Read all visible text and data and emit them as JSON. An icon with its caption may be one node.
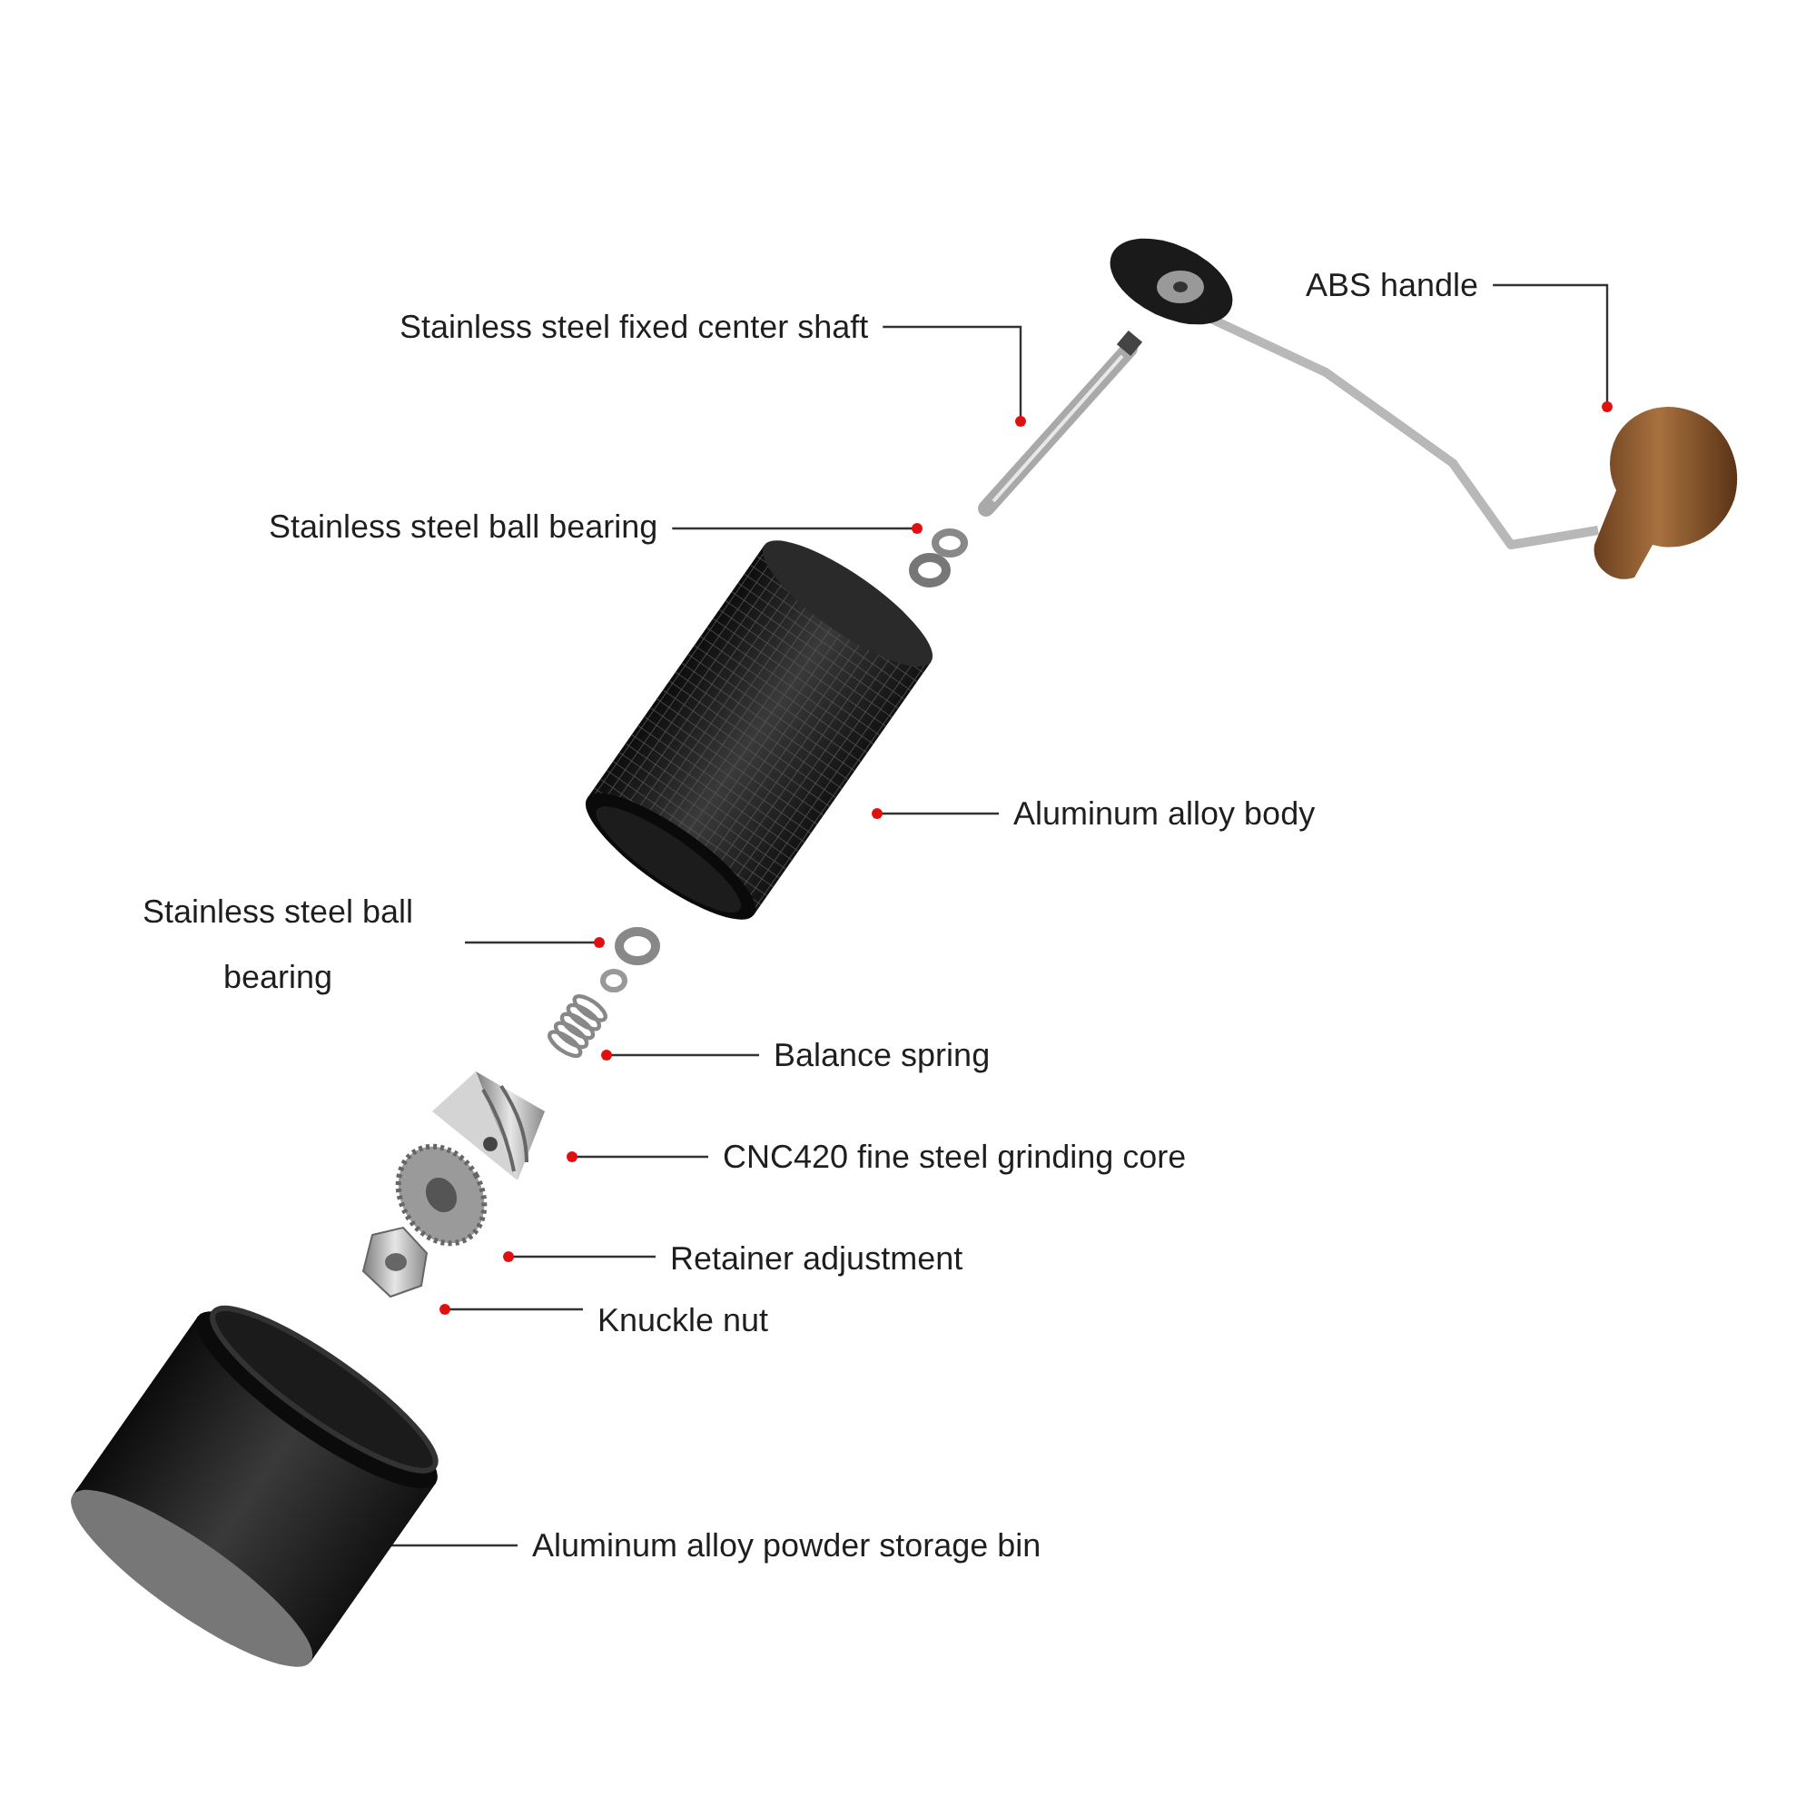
{
  "diagram": {
    "nodes": [
      {
        "text": [
          "ABS handle"
        ]
      },
      {
        "text": [
          "Stainless steel fixed center shaft"
        ]
      },
      {
        "text": [
          "Stainless steel ball bearing"
        ]
      },
      {
        "text": [
          "Aluminum alloy body"
        ]
      },
      {
        "text": [
          "Stainless steel ball bearing"
        ]
      },
      {
        "text": [
          "Balance spring"
        ]
      },
      {
        "text": [
          "CNC420 fine steel grinding core"
        ]
      },
      {
        "text": [
          "Retainer adjustment"
        ]
      },
      {
        "text": [
          "Knuckle nut"
        ]
      },
      {
        "text": [
          "Aluminum alloy powder storage bin"
        ]
      },
      {
        "text": [],
        "shape": "picture"
      },
      {
        "text": [],
        "shape": "picture"
      },
      {
        "text": [],
        "shape": "picture"
      },
      {
        "text": [],
        "shape": "picture"
      },
      {
        "text": [],
        "shape": "picture"
      },
      {
        "text": [],
        "shape": "picture"
      },
      {
        "text": [],
        "shape": "picture"
      },
      {
        "text": [],
        "shape": "picture"
      },
      {
        "text": [],
        "shape": "picture"
      },
      {
        "text": [],
        "shape": "picture"
      }
    ],
    "edges": [
      {
        "from": 0,
        "to": 10,
        "arrow": "other"
      },
      {
        "from": 1,
        "to": 11,
        "arrow": "other"
      },
      {
        "from": 2,
        "to": 12,
        "arrow": "other"
      },
      {
        "from": 3,
        "to": 13,
        "arrow": "other"
      },
      {
        "from": 4,
        "to": 14,
        "arrow": "other"
      },
      {
        "from": 5,
        "to": 15,
        "arrow": "other"
      },
      {
        "from": 6,
        "to": 16,
        "arrow": "other"
      },
      {
        "from": 7,
        "to": 17,
        "arrow": "other"
      },
      {
        "from": 8,
        "to": 18,
        "arrow": "other"
      },
      {
        "from": 9,
        "to": 19,
        "arrow": "other"
      }
    ]
  }
}
